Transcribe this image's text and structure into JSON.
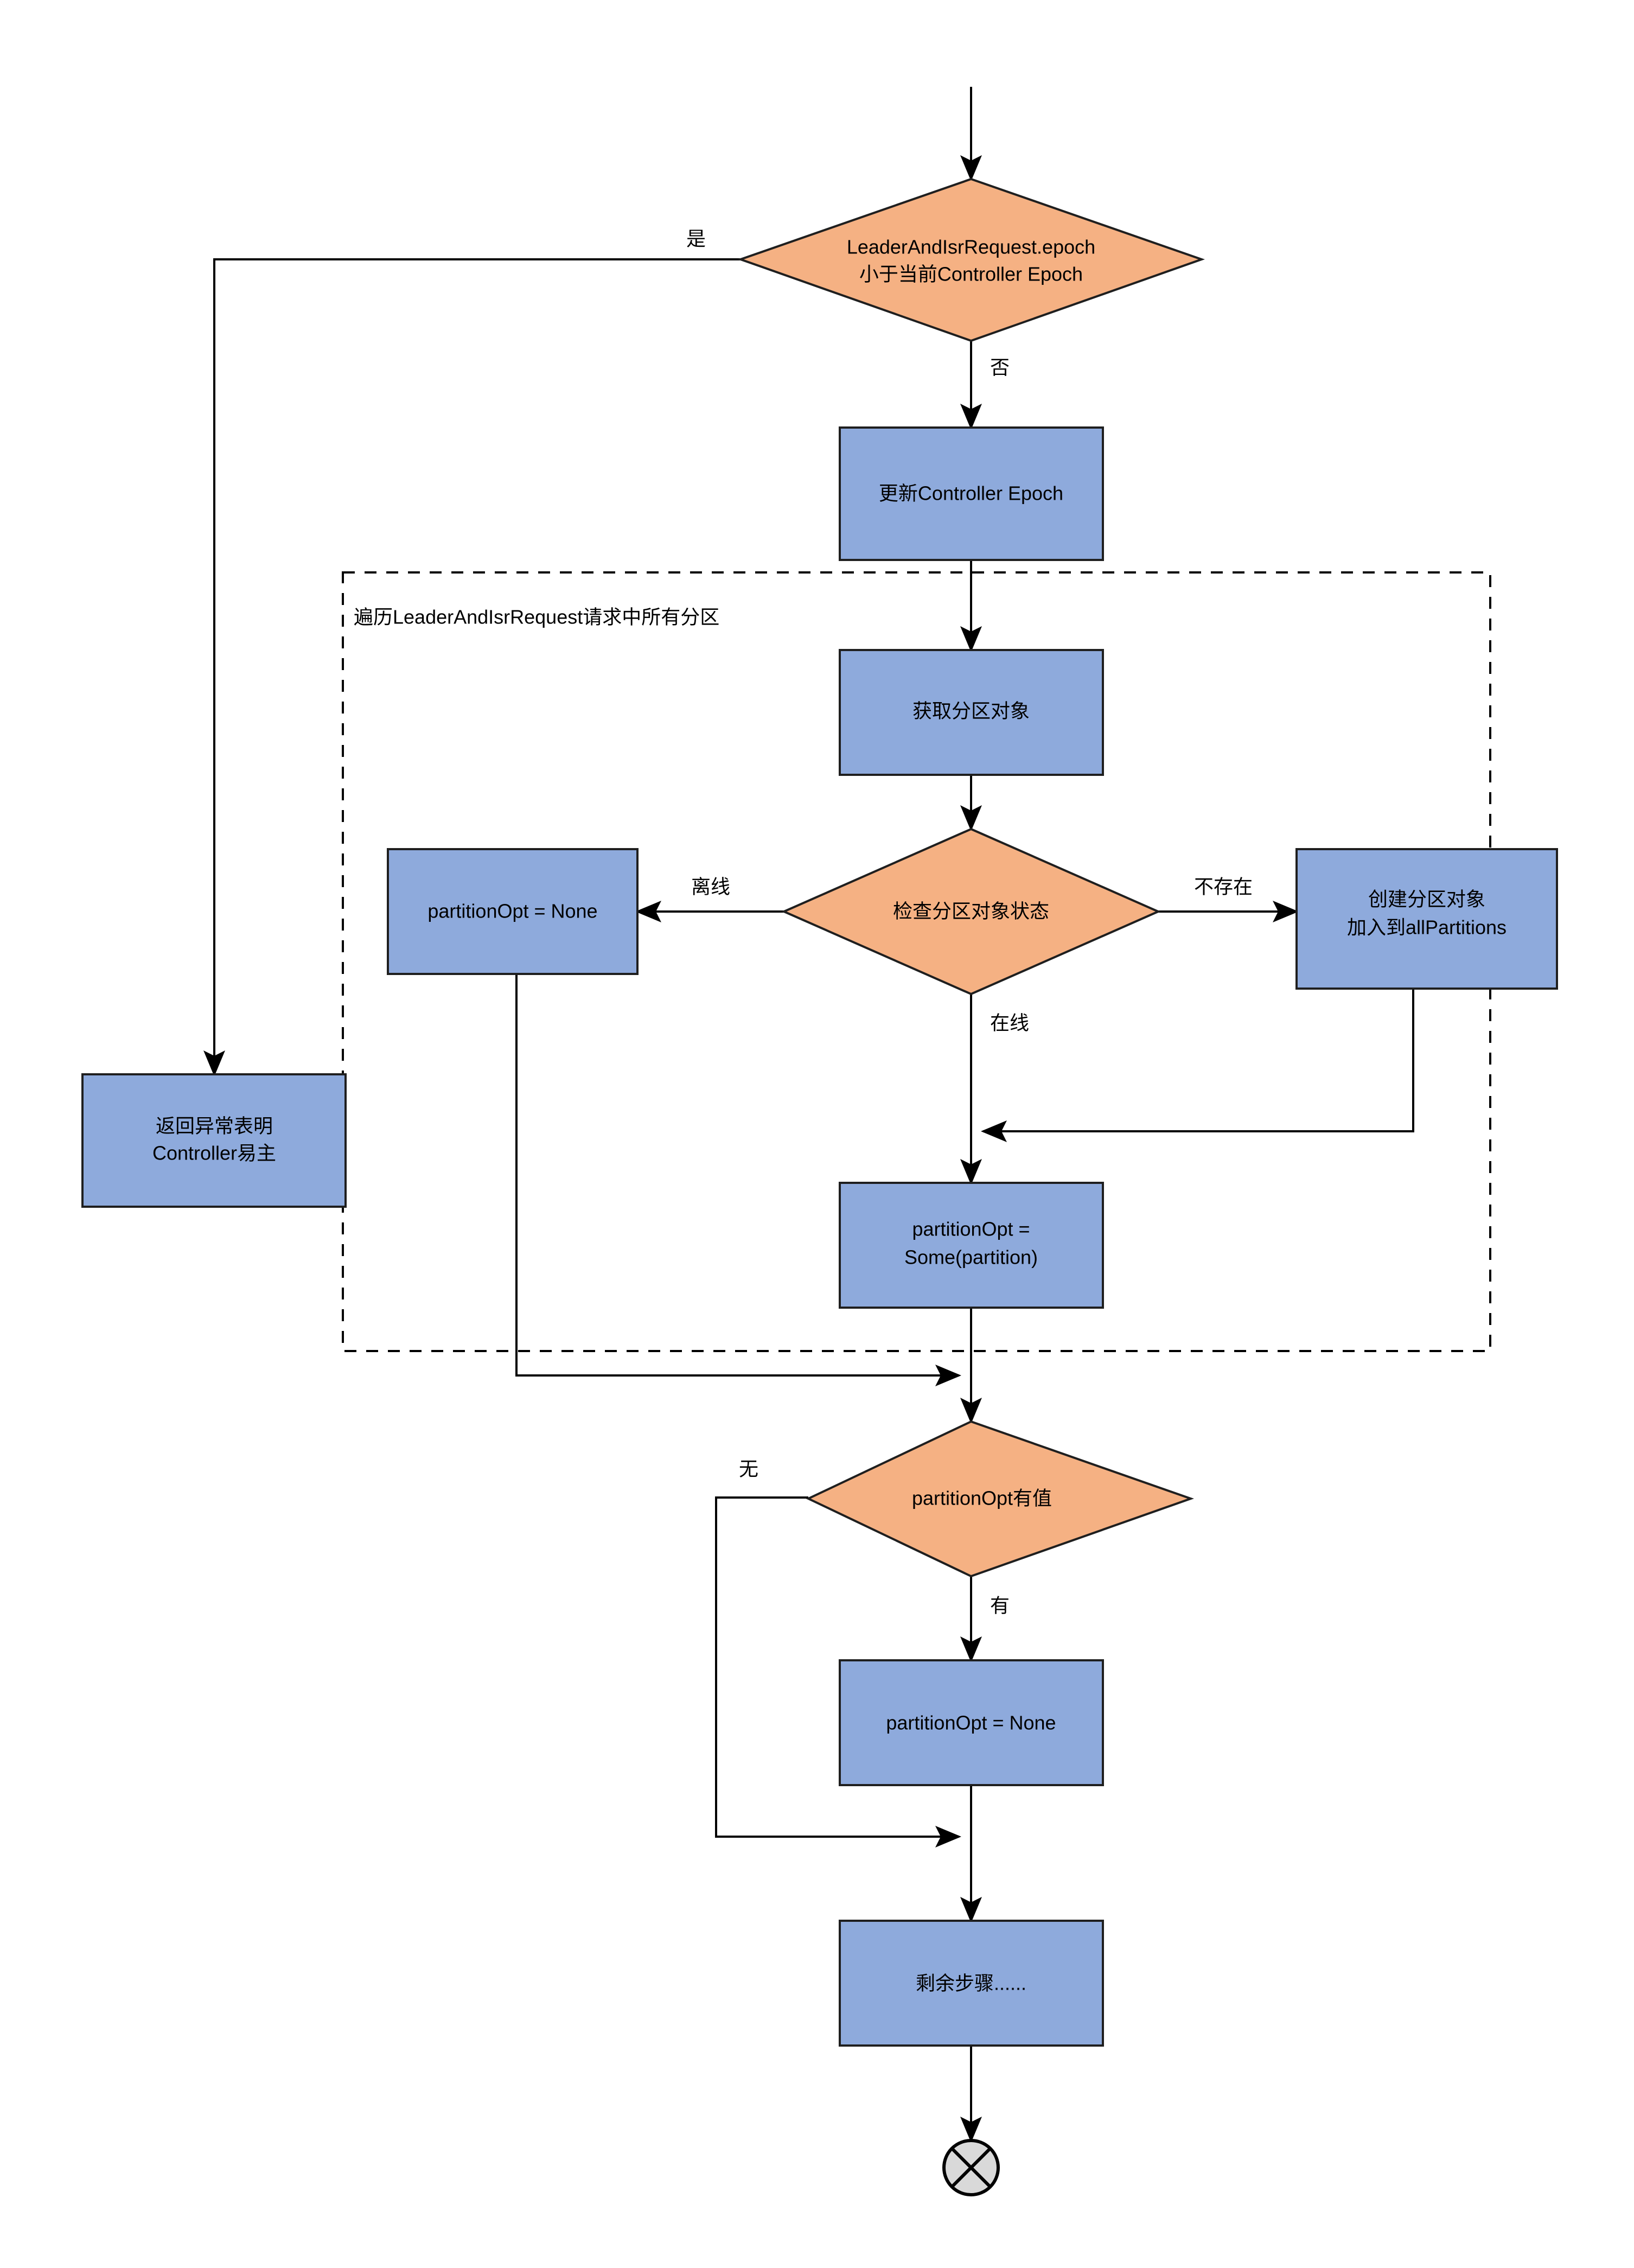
{
  "diagram": {
    "title_visible": false,
    "colors": {
      "process_fill": "#8EAADC",
      "decision_fill": "#F5B183",
      "terminator_fill": "#D9D9D9",
      "stroke": "#000000",
      "background": "#FFFFFF"
    },
    "group": {
      "label": "遍历LeaderAndIsrRequest请求中所有分区"
    },
    "nodes": {
      "decision_epoch": {
        "line1": "LeaderAndIsrRequest.epoch",
        "line2": "小于当前Controller Epoch"
      },
      "update_epoch": {
        "line1": "更新Controller Epoch"
      },
      "return_exception": {
        "line1": "返回异常表明",
        "line2": "Controller易主"
      },
      "get_partition": {
        "line1": "获取分区对象"
      },
      "decision_partition_state": {
        "line1": "检查分区对象状态"
      },
      "partition_opt_none_left": {
        "line1": "partitionOpt = None"
      },
      "create_partition": {
        "line1": "创建分区对象",
        "line2": "加入到allPartitions"
      },
      "partition_opt_some": {
        "line1": "partitionOpt =",
        "line2": "Some(partition)"
      },
      "decision_partition_opt_has_value": {
        "line1": "partitionOpt有值"
      },
      "partition_opt_none_bottom": {
        "line1": "partitionOpt = None"
      },
      "remaining_steps": {
        "line1": "剩余步骤......"
      },
      "end_terminator": {
        "icon": "circle-x-icon"
      }
    },
    "edge_labels": {
      "epoch_yes": "是",
      "epoch_no": "否",
      "state_offline": "离线",
      "state_not_exists": "不存在",
      "state_online": "在线",
      "opt_none": "无",
      "opt_has": "有"
    }
  }
}
